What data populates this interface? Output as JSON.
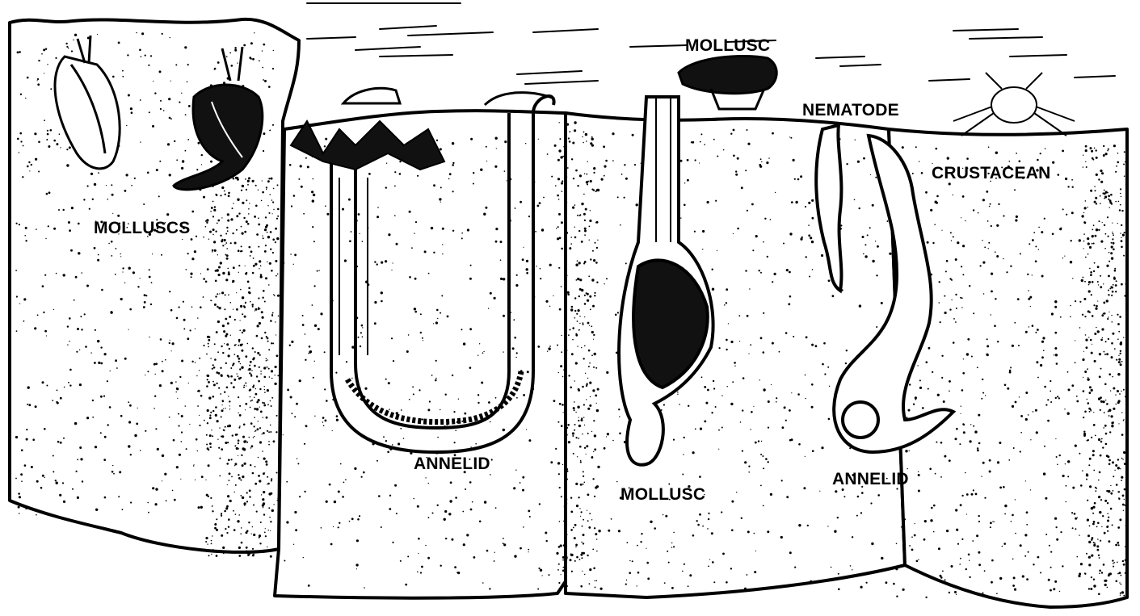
{
  "labels": {
    "molluscs": "MOLLUSCS",
    "mollusc_top": "MOLLUSC",
    "nematode": "NEMATODE",
    "crustacean": "CRUSTACEAN",
    "annelid_left": "ANNELID",
    "mollusc_bottom": "MOLLUSC",
    "annelid_right": "ANNELID"
  },
  "colors": {
    "ink": "#000000",
    "paper": "#ffffff"
  }
}
